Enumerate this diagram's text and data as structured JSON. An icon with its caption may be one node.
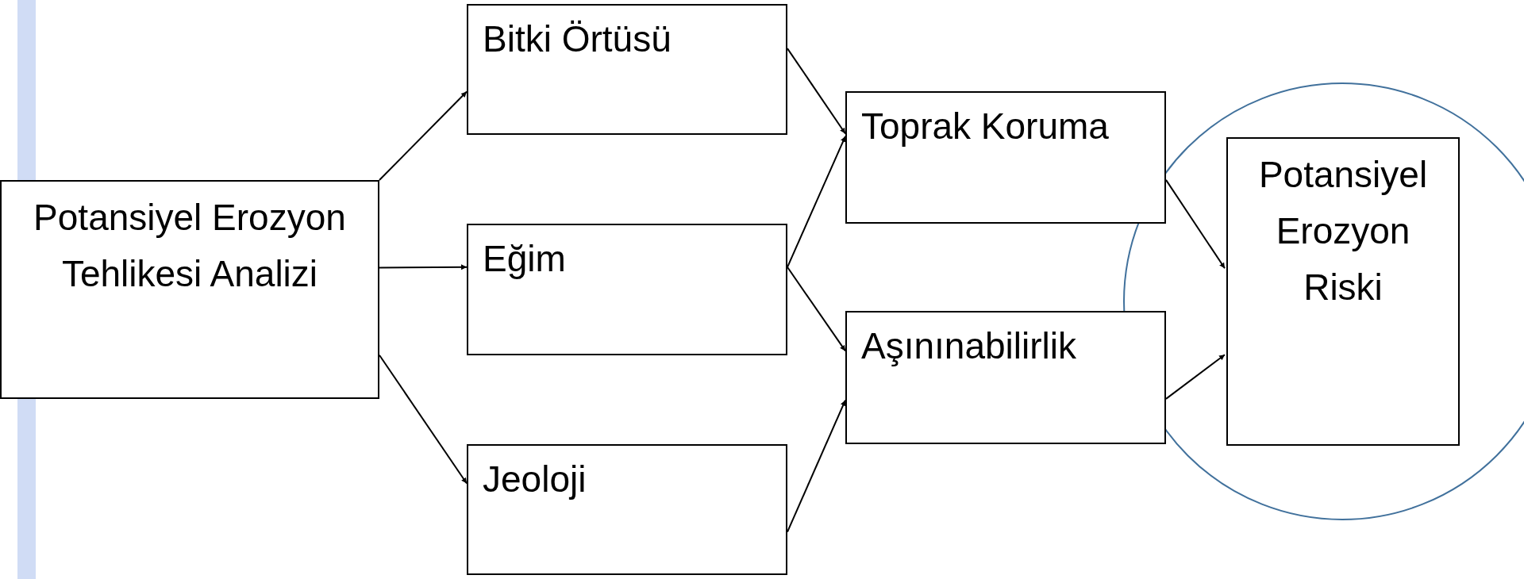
{
  "diagram": {
    "nodes": [
      {
        "text": [
          "Potansiyel Erozyon Tehlikesi Analizi"
        ]
      },
      {
        "text": [
          "Bitki Örtüsü"
        ]
      },
      {
        "text": [
          "Eğim"
        ]
      },
      {
        "text": [
          "Jeoloji"
        ]
      },
      {
        "text": [
          "Toprak Koruma"
        ]
      },
      {
        "text": [
          "Aşınınabilirlik"
        ]
      },
      {
        "text": [],
        "shape": "circle"
      },
      {
        "text": [
          "Potansiyel Erozyon Riski"
        ],
        "in": 6
      }
    ],
    "edges": [
      {
        "from": 0,
        "to": 1,
        "arrow": "to"
      },
      {
        "from": 0,
        "to": 2,
        "arrow": "to"
      },
      {
        "from": 0,
        "to": 3,
        "arrow": "to"
      },
      {
        "from": 1,
        "to": 4,
        "arrow": "to"
      },
      {
        "from": 2,
        "to": 4,
        "arrow": "to"
      },
      {
        "from": 2,
        "to": 5,
        "arrow": "to"
      },
      {
        "from": 3,
        "to": 5,
        "arrow": "to"
      },
      {
        "from": 4,
        "to": 7,
        "arrow": "to"
      },
      {
        "from": 5,
        "to": 7,
        "arrow": "to"
      }
    ]
  }
}
